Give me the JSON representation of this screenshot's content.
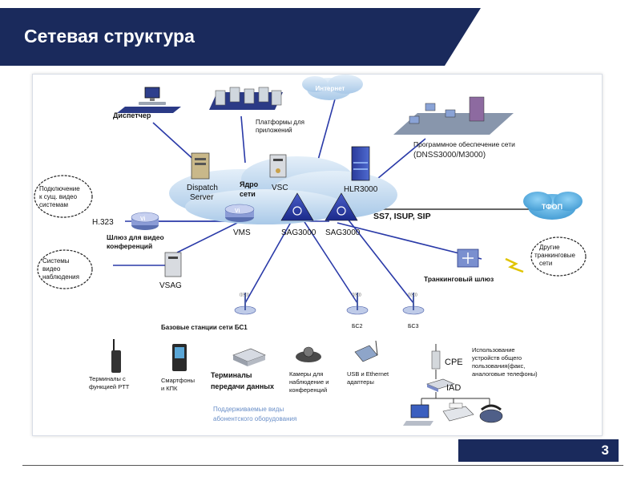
{
  "slide": {
    "title": "Сетевая структура",
    "page_number": "3"
  },
  "colors": {
    "banner": "#1a2a5c",
    "cloud": "#bcd7ee",
    "link": "#2a3aa8",
    "tfop_cloud": "#4fa8dd",
    "note": "#6a8fc8"
  },
  "core": {
    "dispatch_server": "Dispatch\nServer",
    "core_label": "Ядро\nсети",
    "vsc": "VSC",
    "hlr": "HLR3000",
    "sag1": "SAG3000",
    "sag2": "SAG3000",
    "vms": "VMS",
    "internet": "Интернет"
  },
  "nodes": {
    "dispatcher": "Диспетчер",
    "platforms": "Платформы для\nприложений",
    "software": "Программное обеспечение сети",
    "software_model": "(DNSS3000/M3000)",
    "video_connect": "Подключение\nк сущ. видео\nсистемам",
    "h323": "H.323",
    "video_gateway": "Шлюз для видео\nконференций",
    "surveillance": "Системы\nвидео\nнаблюдения",
    "vsag": "VSAG",
    "protocols": "SS7, ISUP, SIP",
    "tfop": "ТФОП",
    "other_trunk": "Другие\nтранкинговые\nсети",
    "trunk_gateway": "Транкинговый шлюз",
    "bs1_label": "Базовые станции сети БС1",
    "bs2": "БС2",
    "bs3": "БС3"
  },
  "terminals": {
    "ptt": "Терминалы с\nфункцией PTT",
    "smartphones": "Смартфоны\nи КПК",
    "data_terminals": "Терминалы\nпередачи данных",
    "cameras": "Камеры для\nнаблюдение и\nконференций",
    "usb": "USB и Ethernet\nадаптеры",
    "cpe": "CPE",
    "iad": "IAD",
    "shared_devices": "Использование\nустройств общего\nпользования(факс,\nаналоговые телефоны)",
    "supported": "Поддерживаемые виды\nабонентского оборудования"
  }
}
